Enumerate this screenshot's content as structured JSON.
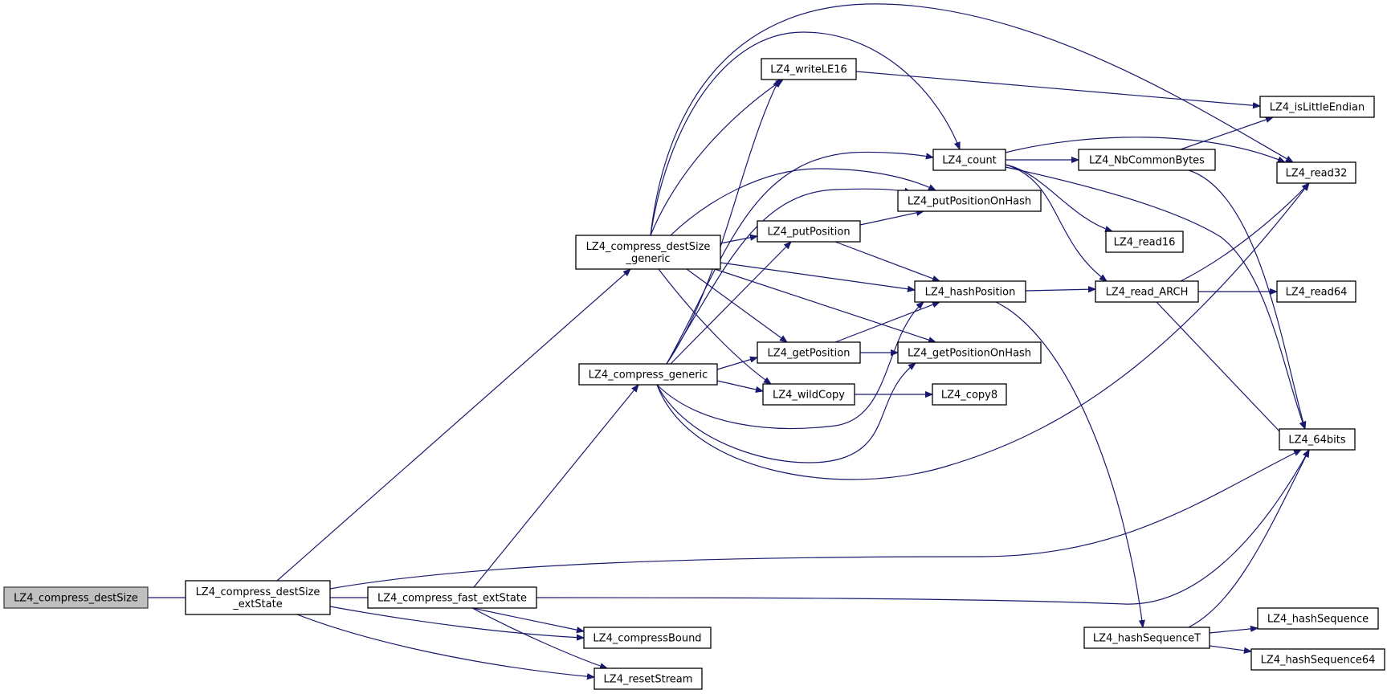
{
  "title": "LZ4_compress_destSize call graph",
  "colors": {
    "edge": "#191970",
    "root_fill": "#bfbfbf",
    "node_fill": "#ffffff",
    "node_border": "#000000"
  },
  "nodes": [
    {
      "id": "LZ4_compress_destSize",
      "lines": [
        "LZ4_compress_destSize"
      ],
      "root": true
    },
    {
      "id": "LZ4_compress_destSize_extState",
      "lines": [
        "LZ4_compress_destSize",
        "_extState"
      ]
    },
    {
      "id": "LZ4_compress_destSize_generic",
      "lines": [
        "LZ4_compress_destSize",
        "_generic"
      ]
    },
    {
      "id": "LZ4_compress_generic",
      "lines": [
        "LZ4_compress_generic"
      ]
    },
    {
      "id": "LZ4_compress_fast_extState",
      "lines": [
        "LZ4_compress_fast_extState"
      ]
    },
    {
      "id": "LZ4_compressBound",
      "lines": [
        "LZ4_compressBound"
      ]
    },
    {
      "id": "LZ4_resetStream",
      "lines": [
        "LZ4_resetStream"
      ]
    },
    {
      "id": "LZ4_writeLE16",
      "lines": [
        "LZ4_writeLE16"
      ]
    },
    {
      "id": "LZ4_putPosition",
      "lines": [
        "LZ4_putPosition"
      ]
    },
    {
      "id": "LZ4_getPosition",
      "lines": [
        "LZ4_getPosition"
      ]
    },
    {
      "id": "LZ4_wildCopy",
      "lines": [
        "LZ4_wildCopy"
      ]
    },
    {
      "id": "LZ4_count",
      "lines": [
        "LZ4_count"
      ]
    },
    {
      "id": "LZ4_putPositionOnHash",
      "lines": [
        "LZ4_putPositionOnHash"
      ]
    },
    {
      "id": "LZ4_hashPosition",
      "lines": [
        "LZ4_hashPosition"
      ]
    },
    {
      "id": "LZ4_getPositionOnHash",
      "lines": [
        "LZ4_getPositionOnHash"
      ]
    },
    {
      "id": "LZ4_copy8",
      "lines": [
        "LZ4_copy8"
      ]
    },
    {
      "id": "LZ4_NbCommonBytes",
      "lines": [
        "LZ4_NbCommonBytes"
      ]
    },
    {
      "id": "LZ4_read16",
      "lines": [
        "LZ4_read16"
      ]
    },
    {
      "id": "LZ4_read_ARCH",
      "lines": [
        "LZ4_read_ARCH"
      ]
    },
    {
      "id": "LZ4_hashSequenceT",
      "lines": [
        "LZ4_hashSequenceT"
      ]
    },
    {
      "id": "LZ4_isLittleEndian",
      "lines": [
        "LZ4_isLittleEndian"
      ]
    },
    {
      "id": "LZ4_read32",
      "lines": [
        "LZ4_read32"
      ]
    },
    {
      "id": "LZ4_read64",
      "lines": [
        "LZ4_read64"
      ]
    },
    {
      "id": "LZ4_64bits",
      "lines": [
        "LZ4_64bits"
      ]
    },
    {
      "id": "LZ4_hashSequence",
      "lines": [
        "LZ4_hashSequence"
      ]
    },
    {
      "id": "LZ4_hashSequence64",
      "lines": [
        "LZ4_hashSequence64"
      ]
    }
  ],
  "edges": [
    {
      "from": "LZ4_compress_destSize",
      "to": "LZ4_compress_destSize_extState"
    },
    {
      "from": "LZ4_compress_destSize_extState",
      "to": "LZ4_compress_destSize_generic"
    },
    {
      "from": "LZ4_compress_destSize_extState",
      "to": "LZ4_compress_fast_extState"
    },
    {
      "from": "LZ4_compress_destSize_extState",
      "to": "LZ4_compressBound"
    },
    {
      "from": "LZ4_compress_destSize_extState",
      "to": "LZ4_resetStream"
    },
    {
      "from": "LZ4_compress_destSize_extState",
      "to": "LZ4_64bits"
    },
    {
      "from": "LZ4_compress_fast_extState",
      "to": "LZ4_compress_generic"
    },
    {
      "from": "LZ4_compress_fast_extState",
      "to": "LZ4_compressBound"
    },
    {
      "from": "LZ4_compress_fast_extState",
      "to": "LZ4_resetStream"
    },
    {
      "from": "LZ4_compress_fast_extState",
      "to": "LZ4_64bits"
    },
    {
      "from": "LZ4_compress_destSize_generic",
      "to": "LZ4_writeLE16"
    },
    {
      "from": "LZ4_compress_destSize_generic",
      "to": "LZ4_count"
    },
    {
      "from": "LZ4_compress_destSize_generic",
      "to": "LZ4_read32"
    },
    {
      "from": "LZ4_compress_destSize_generic",
      "to": "LZ4_putPositionOnHash"
    },
    {
      "from": "LZ4_compress_destSize_generic",
      "to": "LZ4_putPosition"
    },
    {
      "from": "LZ4_compress_destSize_generic",
      "to": "LZ4_hashPosition"
    },
    {
      "from": "LZ4_compress_destSize_generic",
      "to": "LZ4_getPosition"
    },
    {
      "from": "LZ4_compress_destSize_generic",
      "to": "LZ4_getPositionOnHash"
    },
    {
      "from": "LZ4_compress_destSize_generic",
      "to": "LZ4_wildCopy"
    },
    {
      "from": "LZ4_compress_generic",
      "to": "LZ4_writeLE16"
    },
    {
      "from": "LZ4_compress_generic",
      "to": "LZ4_count"
    },
    {
      "from": "LZ4_compress_generic",
      "to": "LZ4_putPositionOnHash"
    },
    {
      "from": "LZ4_compress_generic",
      "to": "LZ4_putPosition"
    },
    {
      "from": "LZ4_compress_generic",
      "to": "LZ4_getPosition"
    },
    {
      "from": "LZ4_compress_generic",
      "to": "LZ4_wildCopy"
    },
    {
      "from": "LZ4_compress_generic",
      "to": "LZ4_hashPosition"
    },
    {
      "from": "LZ4_compress_generic",
      "to": "LZ4_getPositionOnHash"
    },
    {
      "from": "LZ4_compress_generic",
      "to": "LZ4_read32"
    },
    {
      "from": "LZ4_writeLE16",
      "to": "LZ4_isLittleEndian"
    },
    {
      "from": "LZ4_putPosition",
      "to": "LZ4_putPositionOnHash"
    },
    {
      "from": "LZ4_putPosition",
      "to": "LZ4_hashPosition"
    },
    {
      "from": "LZ4_getPosition",
      "to": "LZ4_hashPosition"
    },
    {
      "from": "LZ4_getPosition",
      "to": "LZ4_getPositionOnHash"
    },
    {
      "from": "LZ4_wildCopy",
      "to": "LZ4_copy8"
    },
    {
      "from": "LZ4_count",
      "to": "LZ4_NbCommonBytes"
    },
    {
      "from": "LZ4_count",
      "to": "LZ4_read32"
    },
    {
      "from": "LZ4_count",
      "to": "LZ4_read16"
    },
    {
      "from": "LZ4_count",
      "to": "LZ4_read_ARCH"
    },
    {
      "from": "LZ4_count",
      "to": "LZ4_64bits"
    },
    {
      "from": "LZ4_NbCommonBytes",
      "to": "LZ4_isLittleEndian"
    },
    {
      "from": "LZ4_NbCommonBytes",
      "to": "LZ4_64bits"
    },
    {
      "from": "LZ4_hashPosition",
      "to": "LZ4_read_ARCH"
    },
    {
      "from": "LZ4_hashPosition",
      "to": "LZ4_hashSequenceT"
    },
    {
      "from": "LZ4_read_ARCH",
      "to": "LZ4_read32"
    },
    {
      "from": "LZ4_read_ARCH",
      "to": "LZ4_read64"
    },
    {
      "from": "LZ4_read_ARCH",
      "to": "LZ4_64bits"
    },
    {
      "from": "LZ4_hashSequenceT",
      "to": "LZ4_64bits"
    },
    {
      "from": "LZ4_hashSequenceT",
      "to": "LZ4_hashSequence"
    },
    {
      "from": "LZ4_hashSequenceT",
      "to": "LZ4_hashSequence64"
    }
  ]
}
